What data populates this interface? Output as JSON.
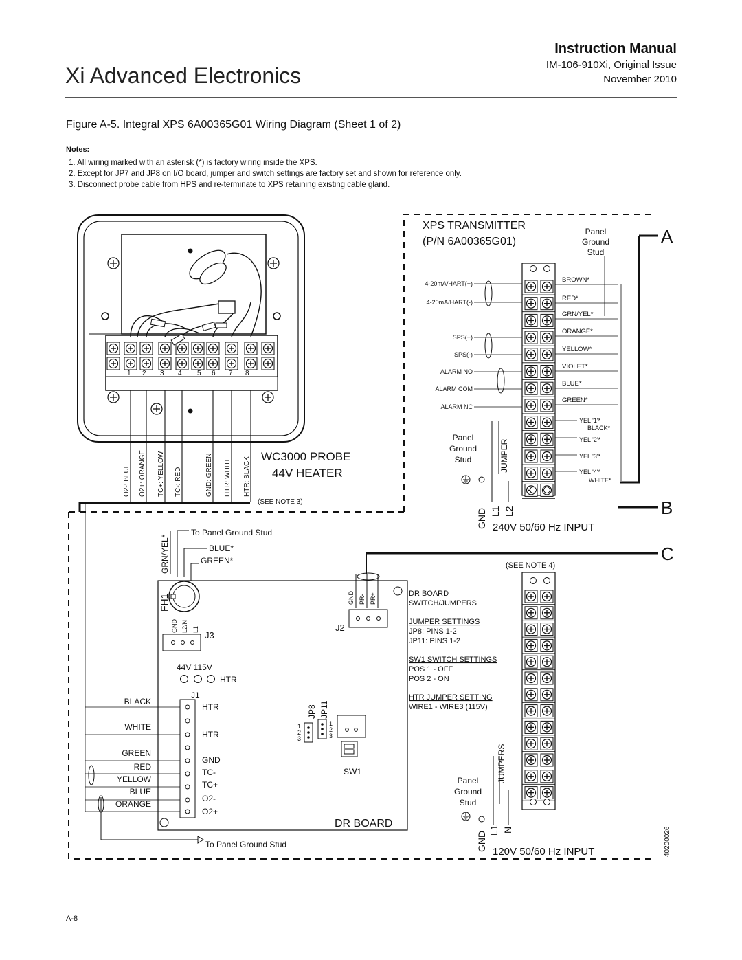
{
  "header": {
    "doc_title": "Xi Advanced Electronics",
    "manual_title": "Instruction Manual",
    "manual_id": "IM-106-910Xi, Original Issue",
    "date": "November 2010"
  },
  "figure": {
    "caption": "Figure A-5. Integral XPS 6A00365G01 Wiring Diagram (Sheet 1 of 2)",
    "notes_heading": "Notes:",
    "notes": [
      "1.  All wiring marked with an asterisk (*) is factory wiring inside the XPS.",
      "2.  Except for JP7 and JP8 on I/O board, jumper and switch settings are factory set and shown for reference only.",
      "3.  Disconnect probe cable from HPS and re-terminate to XPS retaining existing cable gland."
    ]
  },
  "diagram": {
    "xps_title": "XPS TRANSMITTER",
    "xps_pn": "(P/N 6A00365G01)",
    "panel_ground_stud": [
      "Panel",
      "Ground",
      "Stud"
    ],
    "section_labels": [
      "A",
      "B",
      "C"
    ],
    "probe_terminals": [
      "1",
      "2",
      "3",
      "4",
      "5",
      "6",
      "7",
      "8"
    ],
    "probe_wires": [
      "O2-: BLUE",
      "O2+: ORANGE",
      "TC+: YELLOW",
      "TC-: RED",
      "GND: GREEN",
      "HTR: WHITE",
      "HTR: BLACK"
    ],
    "probe_title": "WC3000 PROBE",
    "heater_title": "44V HEATER",
    "see_note_3": "(SEE NOTE 3)",
    "see_note_4": "(SEE NOTE 4)",
    "left_signals": [
      "4-20mA/HART(+)",
      "4-20mA/HART(-)",
      "SPS(+)",
      "SPS(-)",
      "ALARM NO",
      "ALARM COM",
      "ALARM NC"
    ],
    "right_wires_top": [
      "BROWN*",
      "RED*",
      "GRN/YEL*",
      "ORANGE*",
      "YELLOW*",
      "VIOLET*",
      "BLUE*",
      "GREEN*"
    ],
    "yel_labels": [
      "YEL '1'*",
      "BLACK*",
      "YEL '2'*",
      "YEL '3'*",
      "YEL '4'*",
      "WHITE*"
    ],
    "jumper_label": "JUMPER",
    "jumpers_label": "JUMPERS",
    "gnd_l1_l2": [
      "GND",
      "L1",
      "L2"
    ],
    "gnd_l1_n": [
      "GND",
      "L1",
      "N"
    ],
    "input_240": "240V 50/60 Hz INPUT",
    "input_120": "120V 50/60 Hz INPUT",
    "to_panel_ground_stud": "To Panel Ground Stud",
    "grn_yel": "GRN/YEL*",
    "blue_star": "BLUE*",
    "green_star": "GREEN*",
    "fh1": "FH1",
    "j3_pins": [
      "GND",
      "L2/N",
      "L1"
    ],
    "j3": "J3",
    "j2": "J2",
    "j2_pins": [
      "GND",
      "PR-",
      "PR+"
    ],
    "j1": "J1",
    "voltage_select": "44V  115V",
    "htr": "HTR",
    "dr_board_left_wires": [
      "BLACK",
      "WHITE",
      "GREEN",
      "RED",
      "YELLOW",
      "BLUE",
      "ORANGE"
    ],
    "j1_terms": [
      "HTR",
      "HTR",
      "GND",
      "TC-",
      "TC+",
      "O2-",
      "O2+"
    ],
    "jp8": "JP8",
    "jp11": "JP11",
    "jp_pins": [
      "1",
      "2",
      "3"
    ],
    "sw1": "SW1",
    "dr_board": "DR BOARD",
    "dr_board_notes": {
      "title1": "DR BOARD",
      "title2": "SWITCH/JUMPERS",
      "jumper_settings": "JUMPER SETTINGS",
      "jp8": "JP8:  PINS 1-2",
      "jp11": "JP11:  PINS 1-2",
      "sw1_settings": "SW1 SWITCH SETTINGS",
      "pos1": "POS 1 - OFF",
      "pos2": "POS 2 - ON",
      "htr_jumper": "HTR JUMPER SETTING",
      "wire": "WIRE1 - WIRE3 (115V)"
    },
    "drawing_number": "40200026"
  },
  "footer": {
    "page": "A-8"
  }
}
